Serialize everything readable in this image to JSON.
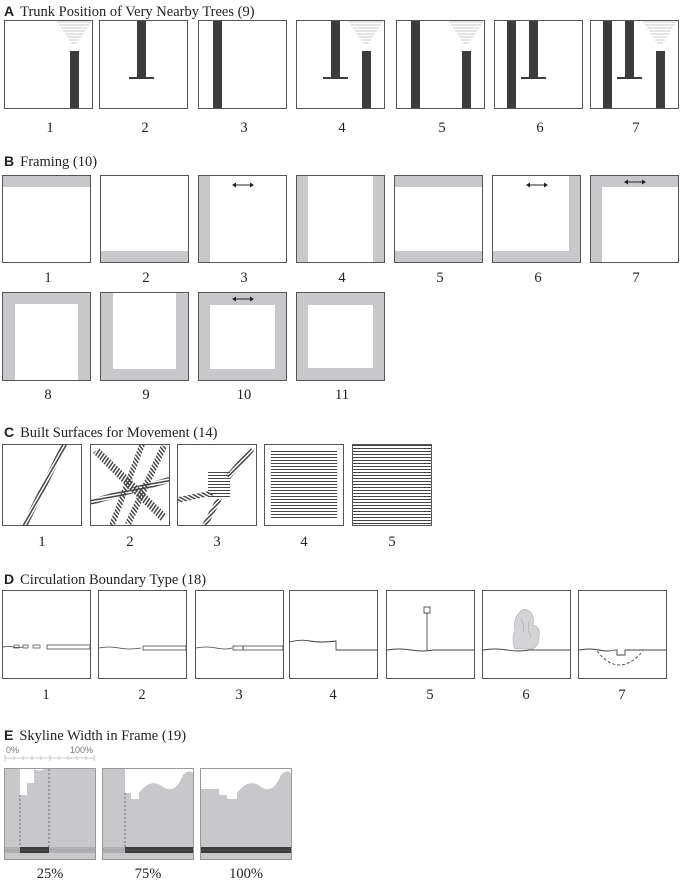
{
  "sections": {
    "a": {
      "letter": "A",
      "title": "Trunk Position of Very Nearby Trees (9)",
      "labels": [
        "1",
        "2",
        "3",
        "4",
        "5",
        "6",
        "7"
      ]
    },
    "b": {
      "letter": "B",
      "title": "Framing (10)",
      "labels": [
        "1",
        "2",
        "3",
        "4",
        "5",
        "6",
        "7",
        "8",
        "9",
        "10",
        "11"
      ]
    },
    "c": {
      "letter": "C",
      "title": "Built Surfaces for Movement (14)",
      "labels": [
        "1",
        "2",
        "3",
        "4",
        "5"
      ]
    },
    "d": {
      "letter": "D",
      "title": "Circulation Boundary Type (18)",
      "labels": [
        "1",
        "2",
        "3",
        "4",
        "5",
        "6",
        "7"
      ]
    },
    "e": {
      "letter": "E",
      "title": "Skyline Width in Frame (19)",
      "scale_start": "0%",
      "scale_end": "100%",
      "labels": [
        "25%",
        "75%",
        "100%"
      ]
    }
  },
  "colors": {
    "frame_fill": "#c8c8cc",
    "trunk": "#3c3c3c",
    "outline": "#555555"
  }
}
